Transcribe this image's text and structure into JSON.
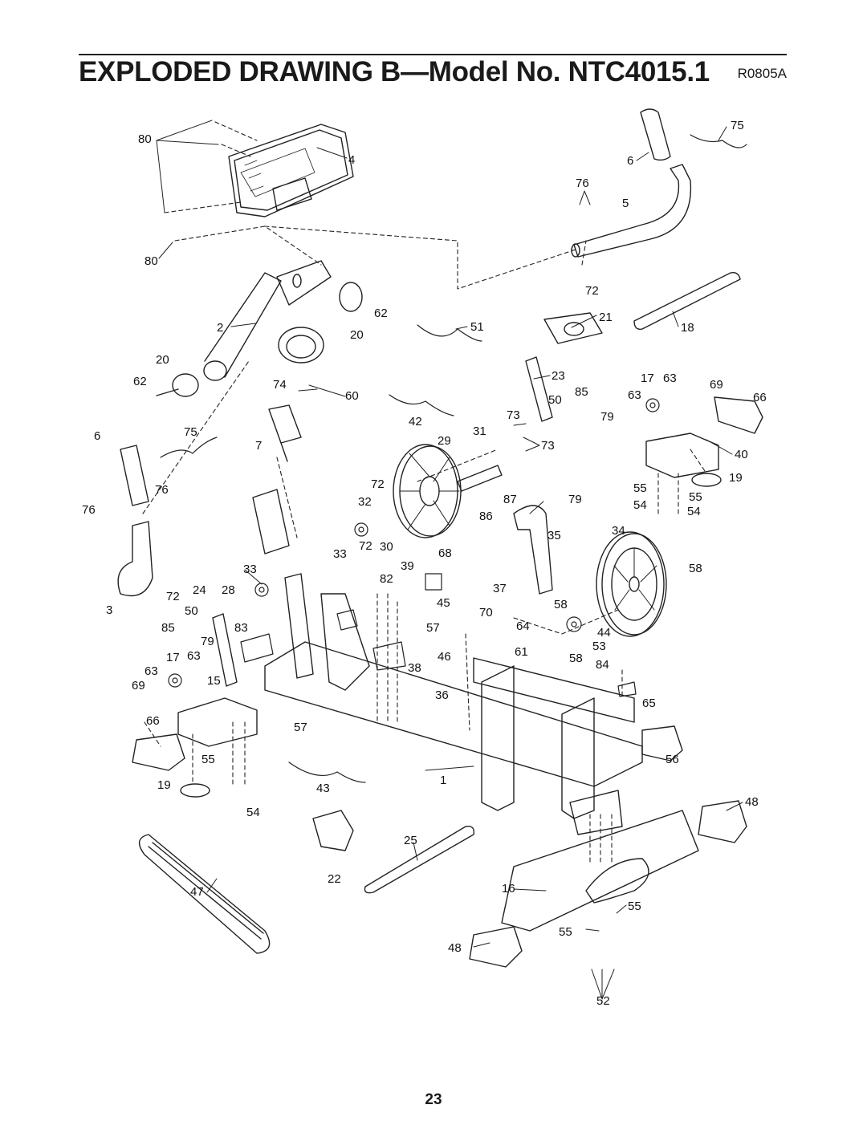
{
  "header": {
    "title": "EXPLODED DRAWING B—Model No. NTC4015.1",
    "code": "R0805A"
  },
  "page_number": "23",
  "part_labels": [
    "80",
    "4",
    "80",
    "75",
    "6",
    "76",
    "5",
    "72",
    "2",
    "62",
    "20",
    "51",
    "21",
    "18",
    "20",
    "62",
    "74",
    "60",
    "23",
    "17",
    "63",
    "69",
    "66",
    "42",
    "50",
    "85",
    "63",
    "79",
    "6",
    "75",
    "7",
    "31",
    "29",
    "73",
    "73",
    "40",
    "19",
    "76",
    "72",
    "32",
    "87",
    "79",
    "55",
    "55",
    "76",
    "54",
    "54",
    "86",
    "35",
    "34",
    "72",
    "30",
    "68",
    "33",
    "33",
    "39",
    "82",
    "58",
    "3",
    "72",
    "24",
    "28",
    "50",
    "37",
    "45",
    "58",
    "70",
    "57",
    "85",
    "83",
    "64",
    "44",
    "79",
    "17",
    "63",
    "46",
    "61",
    "58",
    "53",
    "84",
    "63",
    "15",
    "38",
    "69",
    "36",
    "65",
    "66",
    "57",
    "55",
    "56",
    "48",
    "19",
    "43",
    "1",
    "54",
    "25",
    "22",
    "47",
    "16",
    "55",
    "55",
    "48",
    "52"
  ]
}
